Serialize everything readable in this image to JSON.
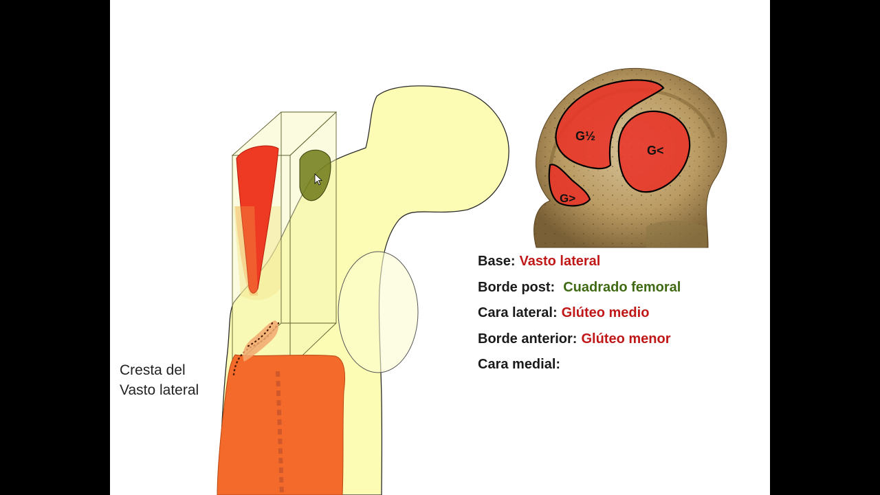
{
  "colors": {
    "slide_background": "#ffffff",
    "letterbox": "#000000",
    "bone_fill": "#fbfba8",
    "muscle_red": "#ee3a22",
    "muscle_orange": "#f46a2a",
    "quadratus_olive": "#6f7a18",
    "label_red": "#c01818",
    "label_green": "#3f6a12"
  },
  "caption": {
    "line1": "Cresta del",
    "line2": "Vasto lateral"
  },
  "trochanter_photo": {
    "labels": {
      "gluteus_medius": "G½",
      "gluteus_minimus": "G<",
      "gluteus_maximus": "G>"
    }
  },
  "legend": {
    "rows": [
      {
        "label": "Base:",
        "value": "Vasto lateral",
        "color": "red"
      },
      {
        "label": "Borde post:",
        "value": "Cuadrado femoral",
        "color": "green"
      },
      {
        "label": "Cara lateral:",
        "value": "Glúteo medio",
        "color": "red"
      },
      {
        "label": "Borde anterior:",
        "value": "Glúteo menor",
        "color": "red"
      },
      {
        "label": "Cara medial:",
        "value": "",
        "color": "red"
      }
    ]
  }
}
